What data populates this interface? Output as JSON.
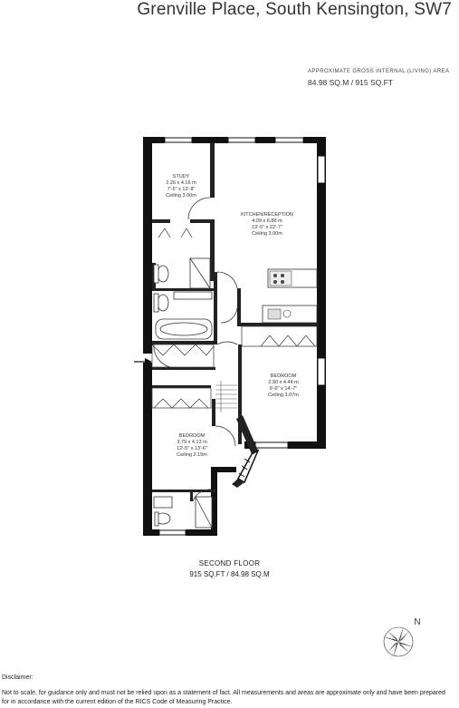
{
  "header": {
    "address": "Grenville Place,  South Kensington,  SW7",
    "area_label": "APPROXIMATE GROSS INTERNAL (LIVING) AREA",
    "area_value": "84.98 SQ.M / 915 SQ.FT"
  },
  "rooms": {
    "study": {
      "name": "STUDY",
      "dims_m": "2.26 x 4.16 m",
      "dims_ft": "7'-5\" x 13'-8\"",
      "ceiling": "Ceiling 3.00m"
    },
    "kitchen": {
      "name": "KITCHEN/RECEPTION",
      "dims_m": "4.09 x 6.88 m",
      "dims_ft": "13'-5\" x 22'-7\"",
      "ceiling": "Ceiling 3.00m"
    },
    "bedroom1": {
      "name": "BEDROOM",
      "dims_m": "2.90 x 4.44 m",
      "dims_ft": "9'-6\" x 14'-7\"",
      "ceiling": "Ceiling 3.07m"
    },
    "bedroom2": {
      "name": "BEDROOM",
      "dims_m": "3.79 x 4.13 m",
      "dims_ft": "12'-5\" x 13'-6\"",
      "ceiling": "Ceiling 2.19m"
    }
  },
  "floor": {
    "name": "SECOND FLOOR",
    "area": "915 SQ.FT  / 84.98 SQ.M"
  },
  "compass": {
    "label": "N"
  },
  "disclaimer": {
    "label": "Disclaimer:",
    "text": "Not to scale, for guidance only and must not be relied upon as a statement of fact. All measurements and areas are approximate only and have been prepared for in accordance with the current edition of the RICS Code of Measuring Practice."
  }
}
